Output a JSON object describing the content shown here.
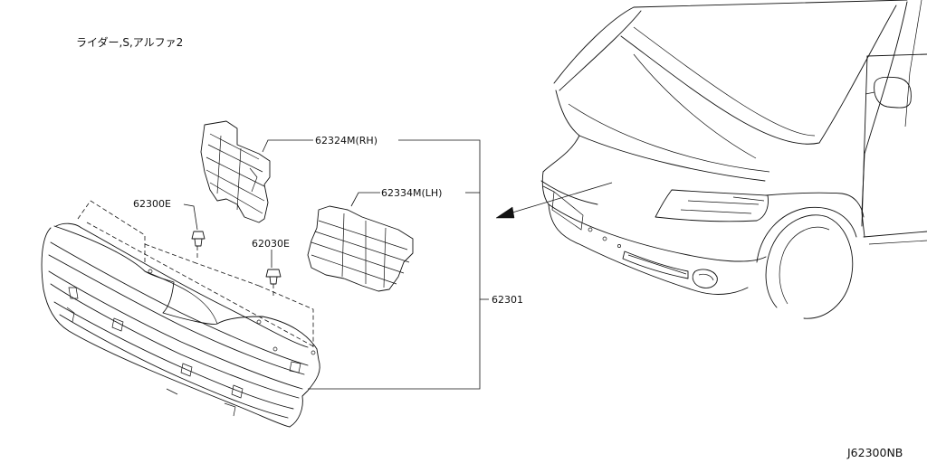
{
  "diagram": {
    "header_note": "ライダー,S,アルファ2",
    "diagram_code": "J62300NB",
    "parts": [
      {
        "number": "62324M(RH)"
      },
      {
        "number": "62334M(LH)"
      },
      {
        "number": "62300E"
      },
      {
        "number": "62030E"
      },
      {
        "number": "62301"
      }
    ]
  }
}
